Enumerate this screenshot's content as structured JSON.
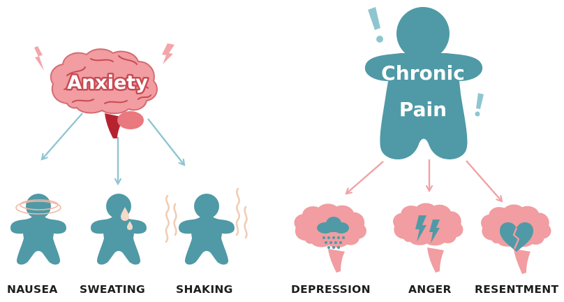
{
  "diagram": {
    "anxiety": {
      "title": "Anxiety",
      "effects": [
        "NAUSEA",
        "SWEATING",
        "SHAKING"
      ]
    },
    "chronic_pain": {
      "title_line1": "Chronic",
      "title_line2": "Pain",
      "effects": [
        "DEPRESSION",
        "ANGER",
        "RESENTMENT"
      ]
    }
  },
  "colors": {
    "teal": "#4f9aa6",
    "brain_pink": "#f19da1",
    "brain_outline": "#c94a52",
    "brain_stem": "#b52330",
    "arrow_teal": "#8ec6d0",
    "arrow_pink": "#f0a2a6",
    "lightning": "#f3a5a9",
    "label": "#1d1d1d"
  }
}
